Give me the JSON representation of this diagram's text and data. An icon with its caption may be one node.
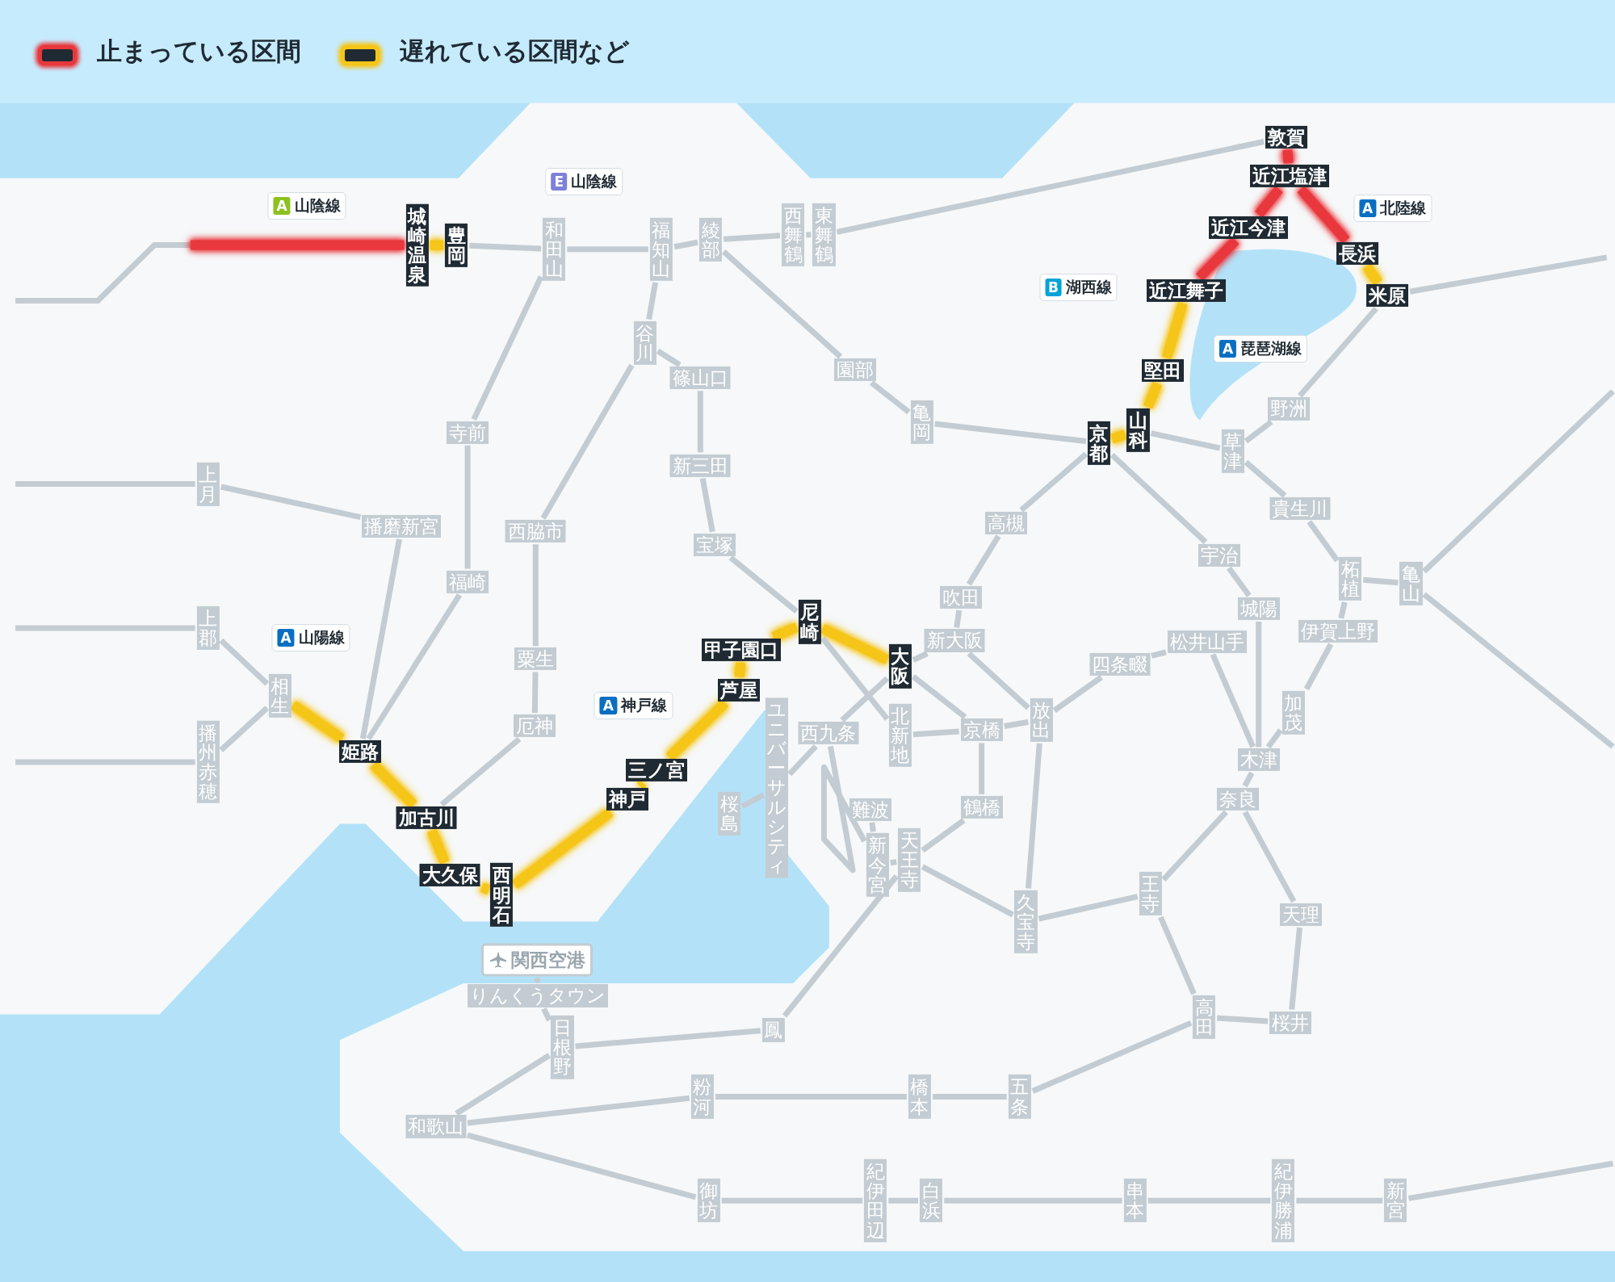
{
  "diagram": {
    "nodes": [
      {
        "text": [
          "A",
          "山陰線"
        ]
      },
      {
        "text": [
          "E",
          "山陰線"
        ]
      },
      {
        "text": [
          "城崎温泉"
        ]
      },
      {
        "text": [
          "豊岡"
        ]
      },
      {
        "text": [
          "和田山"
        ]
      },
      {
        "text": [
          "福知山"
        ]
      },
      {
        "text": [
          "綾部"
        ]
      },
      {
        "text": [
          "西舞鶴"
        ]
      },
      {
        "text": [
          "東舞鶴"
        ]
      },
      {
        "text": [
          "敦賀"
        ]
      },
      {
        "text": [
          "近江塩津"
        ]
      },
      {
        "text": [
          "A",
          "北陸線"
        ]
      },
      {
        "text": [
          "近江今津"
        ]
      },
      {
        "text": [
          "長浜"
        ]
      },
      {
        "text": [
          "B",
          "湖西線"
        ]
      },
      {
        "text": [
          "近江舞子"
        ]
      },
      {
        "text": [
          "米原"
        ]
      },
      {
        "text": [
          "A",
          "琵琶湖線"
        ]
      },
      {
        "text": [
          "谷川"
        ]
      },
      {
        "text": [
          "篠山口"
        ]
      },
      {
        "text": [
          "園部"
        ]
      },
      {
        "text": [
          "堅田"
        ]
      },
      {
        "text": [
          "野洲"
        ]
      },
      {
        "text": [
          "亀岡"
        ]
      },
      {
        "text": [
          "寺前"
        ]
      },
      {
        "text": [
          "山科"
        ]
      },
      {
        "text": [
          "京都"
        ]
      },
      {
        "text": [
          "草津"
        ]
      },
      {
        "text": [
          "新三田"
        ]
      },
      {
        "text": [
          "上月"
        ]
      },
      {
        "text": [
          "貴生川"
        ]
      },
      {
        "text": [
          "高槻"
        ]
      },
      {
        "text": [
          "播磨新宮"
        ]
      },
      {
        "text": [
          "西脇市"
        ]
      },
      {
        "text": [
          "宝塚"
        ]
      },
      {
        "text": [
          "宇治"
        ]
      },
      {
        "text": [
          "福崎"
        ]
      },
      {
        "text": [
          "吹田"
        ]
      },
      {
        "text": [
          "柘植"
        ]
      },
      {
        "text": [
          "亀山"
        ]
      },
      {
        "text": [
          "城陽"
        ]
      },
      {
        "text": [
          "尼崎"
        ]
      },
      {
        "text": [
          "上郡"
        ]
      },
      {
        "text": [
          "A",
          "山陽線"
        ]
      },
      {
        "text": [
          "伊賀上野"
        ]
      },
      {
        "text": [
          "新大阪"
        ]
      },
      {
        "text": [
          "松井山手"
        ]
      },
      {
        "text": [
          "甲子園口"
        ]
      },
      {
        "text": [
          "粟生"
        ]
      },
      {
        "text": [
          "四条畷"
        ]
      },
      {
        "text": [
          "大阪"
        ]
      },
      {
        "text": [
          "芦屋"
        ]
      },
      {
        "text": [
          "相生"
        ]
      },
      {
        "text": [
          "A",
          "神戸線"
        ]
      },
      {
        "text": [
          "加茂"
        ]
      },
      {
        "text": [
          "放出"
        ]
      },
      {
        "text": [
          "厄神"
        ]
      },
      {
        "text": [
          "京橋"
        ]
      },
      {
        "text": [
          "西九条"
        ]
      },
      {
        "text": [
          "北新地"
        ]
      },
      {
        "text": [
          "姫路"
        ]
      },
      {
        "text": [
          "木津"
        ]
      },
      {
        "text": [
          "播州赤穂"
        ]
      },
      {
        "text": [
          "三ノ宮"
        ]
      },
      {
        "text": [
          "ユニバーサルシティ"
        ]
      },
      {
        "text": [
          "奈良"
        ]
      },
      {
        "text": [
          "神戸"
        ]
      },
      {
        "text": [
          "難波"
        ]
      },
      {
        "text": [
          "鶴橋"
        ]
      },
      {
        "text": [
          "桜島"
        ]
      },
      {
        "text": [
          "加古川"
        ]
      },
      {
        "text": [
          "天王寺"
        ]
      },
      {
        "text": [
          "新今宮"
        ]
      },
      {
        "text": [
          "大久保"
        ]
      },
      {
        "text": [
          "王寺"
        ]
      },
      {
        "text": [
          "西明石"
        ]
      },
      {
        "text": [
          "天理"
        ]
      },
      {
        "text": [
          "久宝寺"
        ]
      },
      {
        "text": [
          "関西空港"
        ]
      },
      {
        "text": [
          "りんくうタウン"
        ]
      },
      {
        "text": [
          "高田"
        ]
      },
      {
        "text": [
          "桜井"
        ]
      },
      {
        "text": [
          "鳳"
        ]
      },
      {
        "text": [
          "日根野"
        ]
      },
      {
        "text": [
          "粉河"
        ]
      },
      {
        "text": [
          "橋本"
        ]
      },
      {
        "text": [
          "五条"
        ]
      },
      {
        "text": [
          "和歌山"
        ]
      },
      {
        "text": [
          "御坊"
        ]
      },
      {
        "text": [
          "紀伊田辺"
        ]
      },
      {
        "text": [
          "白浜"
        ]
      },
      {
        "text": [
          "串本"
        ]
      },
      {
        "text": [
          "紀伊勝浦"
        ]
      },
      {
        "text": [
          "新宮"
        ]
      }
    ],
    "edges": [
      {
        "from": null,
        "to": 2,
        "arrow": "none",
        "color": "#e8383d"
      },
      {
        "from": 2,
        "to": 3,
        "arrow": "none",
        "color": "#f5c518"
      },
      {
        "from": 3,
        "to": 4,
        "arrow": "none"
      },
      {
        "from": 4,
        "to": 5,
        "arrow": "none"
      },
      {
        "from": 5,
        "to": 6,
        "arrow": "none"
      },
      {
        "from": 6,
        "to": 7,
        "arrow": "none"
      },
      {
        "from": 7,
        "to": 8,
        "arrow": "none"
      },
      {
        "from": 8,
        "to": 9,
        "arrow": "none"
      },
      {
        "from": 4,
        "to": 24,
        "arrow": "none"
      },
      {
        "from": 24,
        "to": 36,
        "arrow": "none"
      },
      {
        "from": 36,
        "to": 60,
        "arrow": "none"
      },
      {
        "from": 5,
        "to": 18,
        "arrow": "none"
      },
      {
        "from": 18,
        "to": 19,
        "arrow": "none"
      },
      {
        "from": 19,
        "to": 28,
        "arrow": "none"
      },
      {
        "from": 28,
        "to": 34,
        "arrow": "none"
      },
      {
        "from": 34,
        "to": 41,
        "arrow": "none"
      },
      {
        "from": 18,
        "to": 33,
        "arrow": "none"
      },
      {
        "from": 33,
        "to": 48,
        "arrow": "none"
      },
      {
        "from": 48,
        "to": 56,
        "arrow": "none"
      },
      {
        "from": 56,
        "to": 70,
        "arrow": "none"
      },
      {
        "from": 6,
        "to": 20,
        "arrow": "none"
      },
      {
        "from": 20,
        "to": 23,
        "arrow": "none"
      },
      {
        "from": 23,
        "to": 26,
        "arrow": "none"
      },
      {
        "from": 26,
        "to": 25,
        "arrow": "none",
        "color": "#f5c518"
      },
      {
        "from": 25,
        "to": 21,
        "arrow": "none",
        "color": "#f5c518"
      },
      {
        "from": 21,
        "to": 15,
        "arrow": "none",
        "color": "#f5c518"
      },
      {
        "from": 15,
        "to": 12,
        "arrow": "none",
        "color": "#e8383d"
      },
      {
        "from": 12,
        "to": 10,
        "arrow": "none",
        "color": "#e8383d"
      },
      {
        "from": 10,
        "to": 9,
        "arrow": "none",
        "color": "#e8383d"
      },
      {
        "from": 10,
        "to": 13,
        "arrow": "none",
        "color": "#e8383d"
      },
      {
        "from": 13,
        "to": 16,
        "arrow": "none",
        "color": "#f5c518"
      },
      {
        "from": 16,
        "to": 22,
        "arrow": "none"
      },
      {
        "from": 22,
        "to": 27,
        "arrow": "none"
      },
      {
        "from": 27,
        "to": 25,
        "arrow": "none"
      },
      {
        "from": 16,
        "to": null,
        "arrow": "none"
      },
      {
        "from": 27,
        "to": 30,
        "arrow": "none"
      },
      {
        "from": 30,
        "to": 38,
        "arrow": "none"
      },
      {
        "from": 38,
        "to": 39,
        "arrow": "none"
      },
      {
        "from": 39,
        "to": null,
        "arrow": "none"
      },
      {
        "from": 39,
        "to": null,
        "arrow": "none"
      },
      {
        "from": 38,
        "to": 44,
        "arrow": "none"
      },
      {
        "from": 44,
        "to": 54,
        "arrow": "none"
      },
      {
        "from": 54,
        "to": 61,
        "arrow": "none"
      },
      {
        "from": 26,
        "to": 35,
        "arrow": "none"
      },
      {
        "from": 35,
        "to": 40,
        "arrow": "none"
      },
      {
        "from": 40,
        "to": 61,
        "arrow": "none"
      },
      {
        "from": 61,
        "to": 65,
        "arrow": "none"
      },
      {
        "from": 26,
        "to": 31,
        "arrow": "none"
      },
      {
        "from": 31,
        "to": 37,
        "arrow": "none"
      },
      {
        "from": 37,
        "to": 45,
        "arrow": "none"
      },
      {
        "from": 45,
        "to": 50,
        "arrow": "none"
      },
      {
        "from": 41,
        "to": 50,
        "arrow": "none",
        "color": "#f5c518"
      },
      {
        "from": 41,
        "to": 59,
        "arrow": "none"
      },
      {
        "from": 59,
        "to": 57,
        "arrow": "none"
      },
      {
        "from": 50,
        "to": 57,
        "arrow": "none"
      },
      {
        "from": 57,
        "to": 68,
        "arrow": "none"
      },
      {
        "from": 68,
        "to": 71,
        "arrow": "none"
      },
      {
        "from": 71,
        "to": 72,
        "arrow": "none"
      },
      {
        "from": 72,
        "to": 58,
        "arrow": "none"
      },
      {
        "from": 58,
        "to": 50,
        "arrow": "none"
      },
      {
        "from": 58,
        "to": 64,
        "arrow": "none"
      },
      {
        "from": 64,
        "to": 69,
        "arrow": "none"
      },
      {
        "from": 67,
        "to": 72,
        "arrow": "none"
      },
      {
        "from": 71,
        "to": 77,
        "arrow": "none"
      },
      {
        "from": 77,
        "to": 74,
        "arrow": "none"
      },
      {
        "from": 74,
        "to": 65,
        "arrow": "none"
      },
      {
        "from": 45,
        "to": 55,
        "arrow": "none"
      },
      {
        "from": 55,
        "to": 77,
        "arrow": "none"
      },
      {
        "from": 57,
        "to": 55,
        "arrow": "none"
      },
      {
        "from": 55,
        "to": 49,
        "arrow": "none"
      },
      {
        "from": 49,
        "to": 46,
        "arrow": "none"
      },
      {
        "from": 46,
        "to": 61,
        "arrow": "none"
      },
      {
        "from": 71,
        "to": 82,
        "arrow": "none"
      },
      {
        "from": 82,
        "to": 83,
        "arrow": "none"
      },
      {
        "from": 83,
        "to": 79,
        "arrow": "none"
      },
      {
        "from": 79,
        "to": 78,
        "arrow": "none"
      },
      {
        "from": 83,
        "to": 87,
        "arrow": "none"
      },
      {
        "from": 74,
        "to": 80,
        "arrow": "none"
      },
      {
        "from": 65,
        "to": 76,
        "arrow": "none"
      },
      {
        "from": 76,
        "to": 81,
        "arrow": "none"
      },
      {
        "from": 81,
        "to": 80,
        "arrow": "none"
      },
      {
        "from": 80,
        "to": 86,
        "arrow": "none"
      },
      {
        "from": 86,
        "to": 85,
        "arrow": "none"
      },
      {
        "from": 85,
        "to": 84,
        "arrow": "none"
      },
      {
        "from": 84,
        "to": 87,
        "arrow": "none"
      },
      {
        "from": 87,
        "to": 88,
        "arrow": "none"
      },
      {
        "from": 88,
        "to": 89,
        "arrow": "none"
      },
      {
        "from": 89,
        "to": 90,
        "arrow": "none"
      },
      {
        "from": 90,
        "to": 91,
        "arrow": "none"
      },
      {
        "from": 91,
        "to": 92,
        "arrow": "none"
      },
      {
        "from": 92,
        "to": 93,
        "arrow": "none"
      },
      {
        "from": 93,
        "to": null,
        "arrow": "none"
      },
      {
        "from": null,
        "to": 29,
        "arrow": "none"
      },
      {
        "from": 29,
        "to": 32,
        "arrow": "none"
      },
      {
        "from": 32,
        "to": 60,
        "arrow": "none"
      },
      {
        "from": null,
        "to": 42,
        "arrow": "none"
      },
      {
        "from": 42,
        "to": 52,
        "arrow": "none"
      },
      {
        "from": 52,
        "to": 62,
        "arrow": "none"
      },
      {
        "from": null,
        "to": 62,
        "arrow": "none"
      },
      {
        "from": 52,
        "to": 60,
        "arrow": "none",
        "color": "#f5c518"
      },
      {
        "from": 60,
        "to": 70,
        "arrow": "none",
        "color": "#f5c518"
      },
      {
        "from": 70,
        "to": 73,
        "arrow": "none",
        "color": "#f5c518"
      },
      {
        "from": 73,
        "to": 75,
        "arrow": "none",
        "color": "#f5c518"
      },
      {
        "from": 75,
        "to": 66,
        "arrow": "none",
        "color": "#f5c518"
      },
      {
        "from": 66,
        "to": 63,
        "arrow": "none",
        "color": "#f5c518"
      },
      {
        "from": 63,
        "to": 51,
        "arrow": "none",
        "color": "#f5c518"
      },
      {
        "from": 51,
        "to": 47,
        "arrow": "none",
        "color": "#f5c518"
      },
      {
        "from": 47,
        "to": 41,
        "arrow": "none",
        "color": "#f5c518"
      }
    ],
    "legend": [
      {
        "text": "止まっている区間",
        "color": "#e8383d"
      },
      {
        "text": "遅れている区間など",
        "color": "#f5c518"
      }
    ]
  }
}
